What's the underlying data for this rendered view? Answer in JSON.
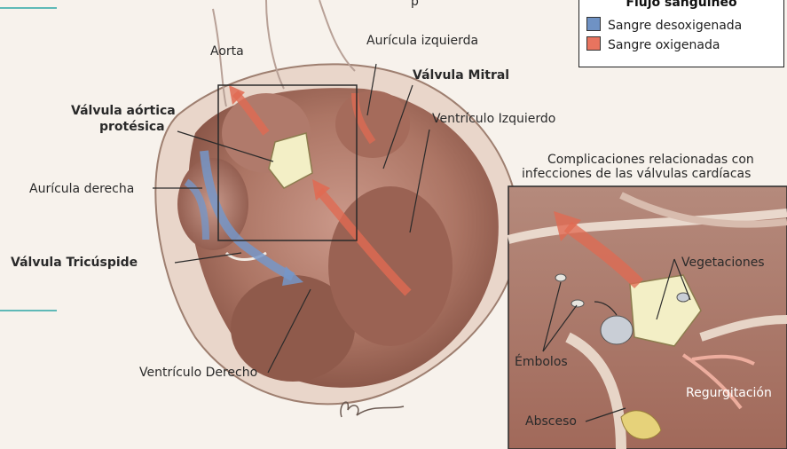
{
  "labels": {
    "aorta": "Aorta",
    "auricula_izquierda": "Aurícula izquierda",
    "valvula_mitral": "Válvula Mitral",
    "valvula_aortica_1": "Válvula aórtica",
    "valvula_aortica_2": "protésica",
    "ventriculo_izquierdo": "Ventrículo Izquierdo",
    "auricula_derecha": "Aurícula derecha",
    "valvula_tricuspide": "Válvula Tricúspide",
    "ventriculo_derecho": "Ventrículo Derecho",
    "top_fragment": "p"
  },
  "legend": {
    "title": "Flujo sanguíneo",
    "items": [
      {
        "label": "Sangre desoxigenada",
        "color": "#6f92c4"
      },
      {
        "label": "Sangre oxigenada",
        "color": "#e8745f"
      }
    ]
  },
  "inset": {
    "title_line1": "Complicaciones relacionadas con",
    "title_line2": "infecciones de las válvulas cardíacas",
    "labels": {
      "vegetaciones": "Vegetaciones",
      "embolos": "Émbolos",
      "regurgitacion": "Regurgitación",
      "absceso": "Absceso"
    }
  },
  "colors": {
    "deoxygenated": "#6f92c4",
    "oxygenated": "#e8745f",
    "accent_line": "#5fb9b7"
  }
}
